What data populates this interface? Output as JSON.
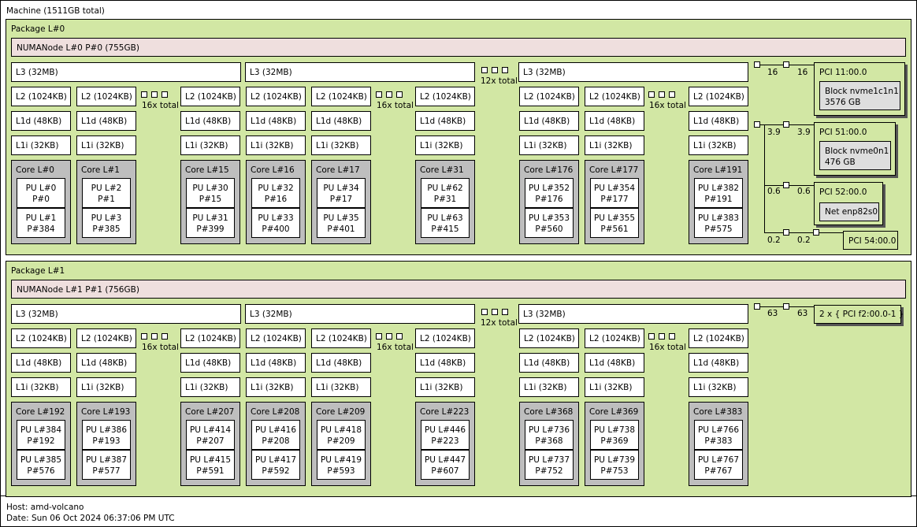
{
  "machine": {
    "label": "Machine (1511GB total)"
  },
  "packages": [
    {
      "label": "Package L#0",
      "numa": "NUMANode L#0 P#0 (755GB)",
      "l3": [
        "L3 (32MB)",
        "L3 (32MB)",
        "L3 (32MB)"
      ],
      "l3_total": "12x total",
      "l2_total": [
        "16x total",
        "16x total",
        "16x total"
      ],
      "l2": "L2 (1024KB)",
      "l1d": "L1d (48KB)",
      "l1i": "L1i (32KB)",
      "cores": [
        {
          "name": "Core L#0",
          "pus": [
            [
              "PU L#0",
              "P#0"
            ],
            [
              "PU L#1",
              "P#384"
            ]
          ]
        },
        {
          "name": "Core L#1",
          "pus": [
            [
              "PU L#2",
              "P#1"
            ],
            [
              "PU L#3",
              "P#385"
            ]
          ]
        },
        {
          "name": "Core L#15",
          "pus": [
            [
              "PU L#30",
              "P#15"
            ],
            [
              "PU L#31",
              "P#399"
            ]
          ]
        },
        {
          "name": "Core L#16",
          "pus": [
            [
              "PU L#32",
              "P#16"
            ],
            [
              "PU L#33",
              "P#400"
            ]
          ]
        },
        {
          "name": "Core L#17",
          "pus": [
            [
              "PU L#34",
              "P#17"
            ],
            [
              "PU L#35",
              "P#401"
            ]
          ]
        },
        {
          "name": "Core L#31",
          "pus": [
            [
              "PU L#62",
              "P#31"
            ],
            [
              "PU L#63",
              "P#415"
            ]
          ]
        },
        {
          "name": "Core L#176",
          "pus": [
            [
              "PU L#352",
              "P#176"
            ],
            [
              "PU L#353",
              "P#560"
            ]
          ]
        },
        {
          "name": "Core L#177",
          "pus": [
            [
              "PU L#354",
              "P#177"
            ],
            [
              "PU L#355",
              "P#561"
            ]
          ]
        },
        {
          "name": "Core L#191",
          "pus": [
            [
              "PU L#382",
              "P#191"
            ],
            [
              "PU L#383",
              "P#575"
            ]
          ]
        }
      ]
    },
    {
      "label": "Package L#1",
      "numa": "NUMANode L#1 P#1 (756GB)",
      "l3": [
        "L3 (32MB)",
        "L3 (32MB)",
        "L3 (32MB)"
      ],
      "l3_total": "12x total",
      "l2_total": [
        "16x total",
        "16x total",
        "16x total"
      ],
      "l2": "L2 (1024KB)",
      "l1d": "L1d (48KB)",
      "l1i": "L1i (32KB)",
      "cores": [
        {
          "name": "Core L#192",
          "pus": [
            [
              "PU L#384",
              "P#192"
            ],
            [
              "PU L#385",
              "P#576"
            ]
          ]
        },
        {
          "name": "Core L#193",
          "pus": [
            [
              "PU L#386",
              "P#193"
            ],
            [
              "PU L#387",
              "P#577"
            ]
          ]
        },
        {
          "name": "Core L#207",
          "pus": [
            [
              "PU L#414",
              "P#207"
            ],
            [
              "PU L#415",
              "P#591"
            ]
          ]
        },
        {
          "name": "Core L#208",
          "pus": [
            [
              "PU L#416",
              "P#208"
            ],
            [
              "PU L#417",
              "P#592"
            ]
          ]
        },
        {
          "name": "Core L#209",
          "pus": [
            [
              "PU L#418",
              "P#209"
            ],
            [
              "PU L#419",
              "P#593"
            ]
          ]
        },
        {
          "name": "Core L#223",
          "pus": [
            [
              "PU L#446",
              "P#223"
            ],
            [
              "PU L#447",
              "P#607"
            ]
          ]
        },
        {
          "name": "Core L#368",
          "pus": [
            [
              "PU L#736",
              "P#368"
            ],
            [
              "PU L#737",
              "P#752"
            ]
          ]
        },
        {
          "name": "Core L#369",
          "pus": [
            [
              "PU L#738",
              "P#369"
            ],
            [
              "PU L#739",
              "P#753"
            ]
          ]
        },
        {
          "name": "Core L#383",
          "pus": [
            [
              "PU L#766",
              "P#383"
            ],
            [
              "PU L#767",
              "P#767"
            ]
          ]
        }
      ]
    }
  ],
  "io": {
    "link_top": {
      "left": "16",
      "right": "16"
    },
    "links": [
      {
        "left": "3.9",
        "right": "3.9"
      },
      {
        "left": "0.6",
        "right": "0.6"
      },
      {
        "left": "0.2",
        "right": "0.2"
      }
    ],
    "pci": [
      {
        "label": "PCI 11:00.0",
        "dev": [
          "Block nvme1c1n1",
          "3576 GB"
        ]
      },
      {
        "label": "PCI 51:00.0",
        "dev": [
          "Block nvme0n1",
          "476 GB"
        ]
      },
      {
        "label": "PCI 52:00.0",
        "dev": [
          "Net enp82s0"
        ]
      },
      {
        "label": "PCI 54:00.0"
      }
    ],
    "pkg1_link": {
      "left": "63",
      "right": "63"
    },
    "pkg1_pci": "2 x { PCI f2:00.0-1 }"
  },
  "footer": {
    "host": "Host: amd-volcano",
    "date": "Date: Sun 06 Oct 2024 06:37:06 PM UTC"
  }
}
